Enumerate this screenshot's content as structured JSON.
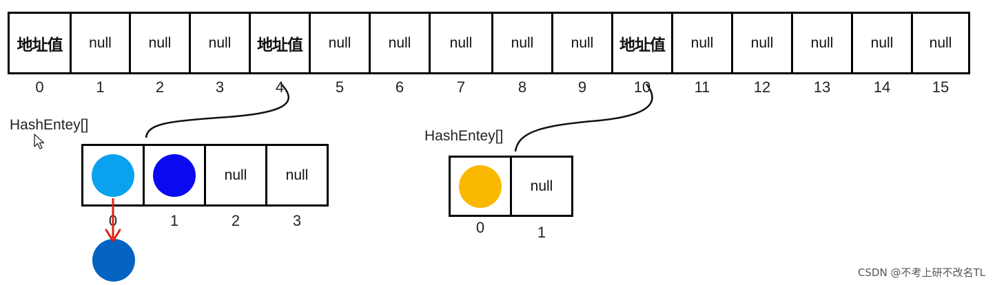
{
  "main_array": {
    "cells": [
      "地址值",
      "null",
      "null",
      "null",
      "地址值",
      "null",
      "null",
      "null",
      "null",
      "null",
      "地址值",
      "null",
      "null",
      "null",
      "null",
      "null"
    ],
    "indices": [
      "0",
      "1",
      "2",
      "3",
      "4",
      "5",
      "6",
      "7",
      "8",
      "9",
      "10",
      "11",
      "12",
      "13",
      "14",
      "15"
    ]
  },
  "left_entry": {
    "label": "HashEntey[]",
    "cells": [
      {
        "type": "dot",
        "color": "#0aa2ee"
      },
      {
        "type": "dot",
        "color": "#0a0af0"
      },
      {
        "type": "text",
        "text": "null"
      },
      {
        "type": "text",
        "text": "null"
      }
    ],
    "indices": [
      "0",
      "1",
      "2",
      "3"
    ],
    "chained_node_color": "#0563c1",
    "arrow_color": "#e02010"
  },
  "right_entry": {
    "label": "HashEntey[]",
    "cells": [
      {
        "type": "dot",
        "color": "#fbb800"
      },
      {
        "type": "text",
        "text": "null"
      }
    ],
    "indices": [
      "0",
      "1"
    ]
  },
  "watermark": "CSDN @不考上研不改名TL"
}
